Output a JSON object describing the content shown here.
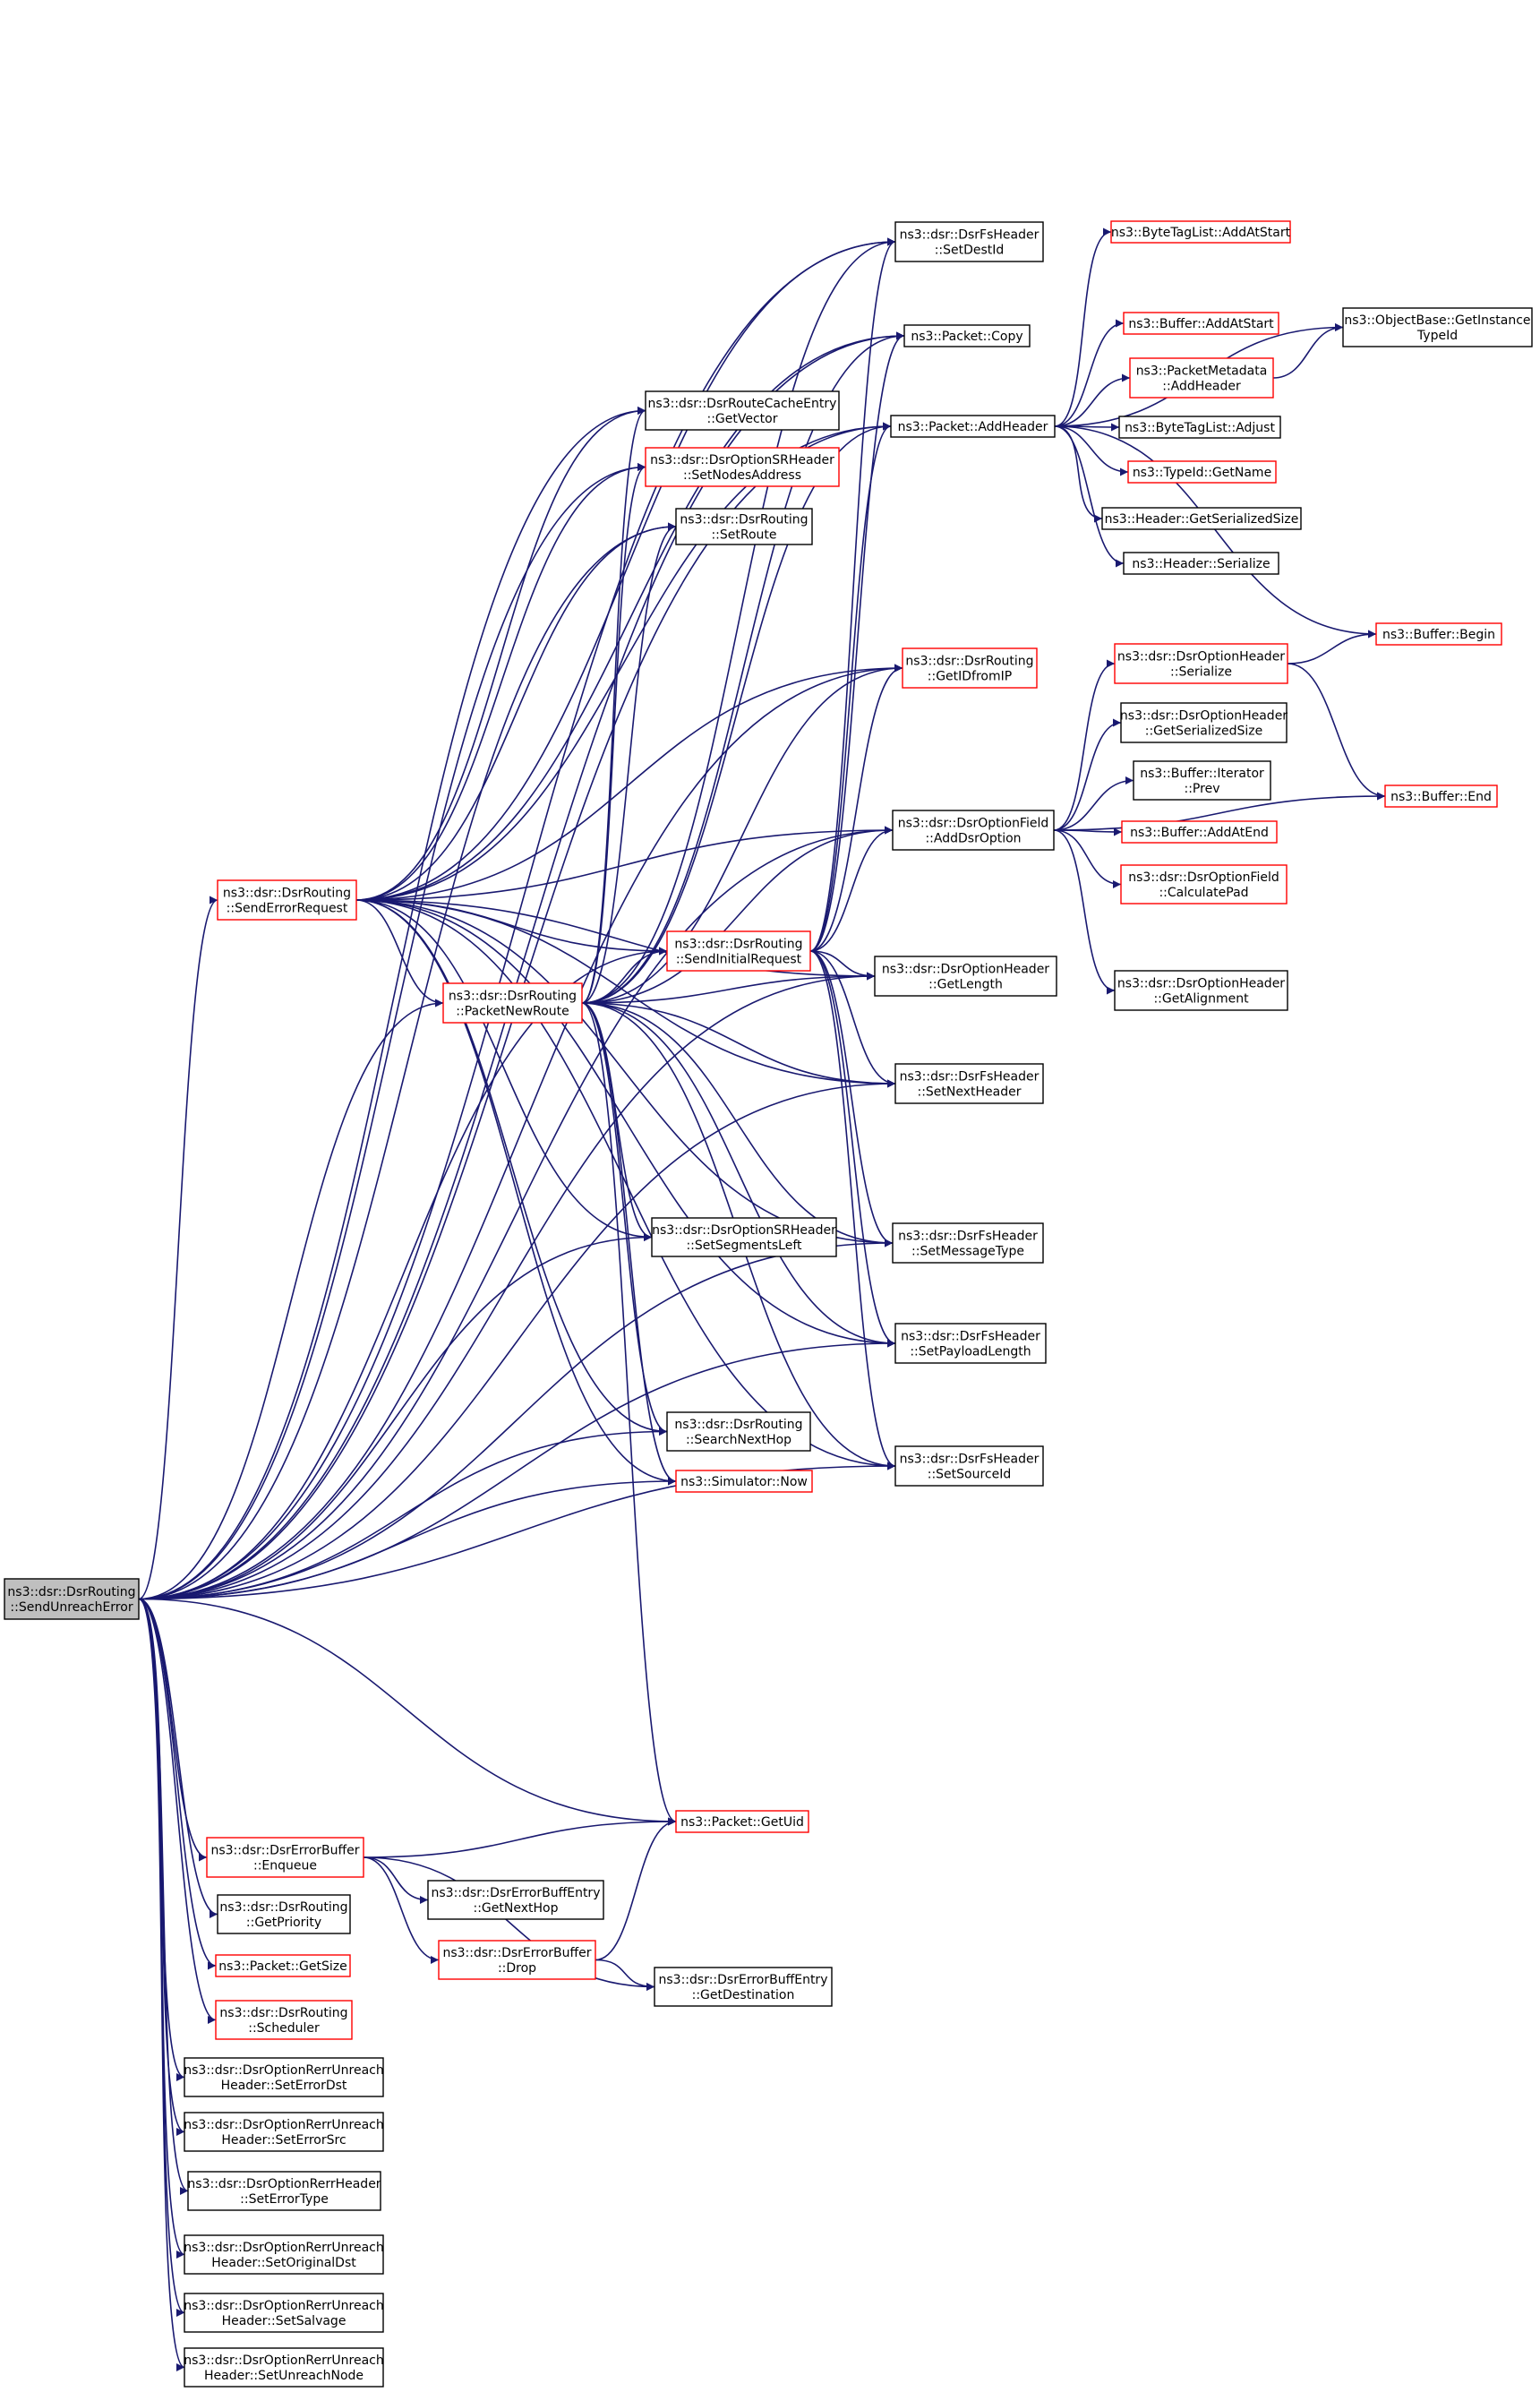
{
  "diagram": {
    "nodes": [
      {
        "id": "root",
        "lines": [
          "ns3::dsr::DsrRouting",
          "::SendUnreachError"
        ],
        "variant": "root"
      },
      {
        "id": "send_error_request",
        "lines": [
          "ns3::dsr::DsrRouting",
          "::SendErrorRequest"
        ],
        "variant": "red"
      },
      {
        "id": "packet_new_route",
        "lines": [
          "ns3::dsr::DsrRouting",
          "::PacketNewRoute"
        ],
        "variant": "red"
      },
      {
        "id": "send_initial_request",
        "lines": [
          "ns3::dsr::DsrRouting",
          "::SendInitialRequest"
        ],
        "variant": "red"
      },
      {
        "id": "route_cache_get_vector",
        "lines": [
          "ns3::dsr::DsrRouteCacheEntry",
          "::GetVector"
        ],
        "variant": "black"
      },
      {
        "id": "sr_set_nodes_address",
        "lines": [
          "ns3::dsr::DsrOptionSRHeader",
          "::SetNodesAddress"
        ],
        "variant": "red"
      },
      {
        "id": "set_route",
        "lines": [
          "ns3::dsr::DsrRouting",
          "::SetRoute"
        ],
        "variant": "black"
      },
      {
        "id": "sr_set_segments_left",
        "lines": [
          "ns3::dsr::DsrOptionSRHeader",
          "::SetSegmentsLeft"
        ],
        "variant": "black"
      },
      {
        "id": "search_next_hop",
        "lines": [
          "ns3::dsr::DsrRouting",
          "::SearchNextHop"
        ],
        "variant": "black"
      },
      {
        "id": "simulator_now",
        "lines": [
          "ns3::Simulator::Now"
        ],
        "variant": "red"
      },
      {
        "id": "packet_get_uid",
        "lines": [
          "ns3::Packet::GetUid"
        ],
        "variant": "red"
      },
      {
        "id": "fs_set_dest_id",
        "lines": [
          "ns3::dsr::DsrFsHeader",
          "::SetDestId"
        ],
        "variant": "black"
      },
      {
        "id": "packet_copy",
        "lines": [
          "ns3::Packet::Copy"
        ],
        "variant": "black"
      },
      {
        "id": "packet_add_header",
        "lines": [
          "ns3::Packet::AddHeader"
        ],
        "variant": "black"
      },
      {
        "id": "get_id_from_ip",
        "lines": [
          "ns3::dsr::DsrRouting",
          "::GetIDfromIP"
        ],
        "variant": "red"
      },
      {
        "id": "add_dsr_option",
        "lines": [
          "ns3::dsr::DsrOptionField",
          "::AddDsrOption"
        ],
        "variant": "black"
      },
      {
        "id": "option_header_get_length",
        "lines": [
          "ns3::dsr::DsrOptionHeader",
          "::GetLength"
        ],
        "variant": "black"
      },
      {
        "id": "fs_set_next_header",
        "lines": [
          "ns3::dsr::DsrFsHeader",
          "::SetNextHeader"
        ],
        "variant": "black"
      },
      {
        "id": "fs_set_message_type",
        "lines": [
          "ns3::dsr::DsrFsHeader",
          "::SetMessageType"
        ],
        "variant": "black"
      },
      {
        "id": "fs_set_payload_length",
        "lines": [
          "ns3::dsr::DsrFsHeader",
          "::SetPayloadLength"
        ],
        "variant": "black"
      },
      {
        "id": "fs_set_source_id",
        "lines": [
          "ns3::dsr::DsrFsHeader",
          "::SetSourceId"
        ],
        "variant": "black"
      },
      {
        "id": "byte_tag_add_at_start",
        "lines": [
          "ns3::ByteTagList::AddAtStart"
        ],
        "variant": "red"
      },
      {
        "id": "buffer_add_at_start",
        "lines": [
          "ns3::Buffer::AddAtStart"
        ],
        "variant": "red"
      },
      {
        "id": "object_base_get_instance_type_id",
        "lines": [
          "ns3::ObjectBase::GetInstance",
          "TypeId"
        ],
        "variant": "black"
      },
      {
        "id": "packet_metadata_add_header",
        "lines": [
          "ns3::PacketMetadata",
          "::AddHeader"
        ],
        "variant": "red"
      },
      {
        "id": "byte_tag_adjust",
        "lines": [
          "ns3::ByteTagList::Adjust"
        ],
        "variant": "black"
      },
      {
        "id": "type_id_get_name",
        "lines": [
          "ns3::TypeId::GetName"
        ],
        "variant": "red"
      },
      {
        "id": "header_get_serialized_size",
        "lines": [
          "ns3::Header::GetSerializedSize"
        ],
        "variant": "black"
      },
      {
        "id": "header_serialize",
        "lines": [
          "ns3::Header::Serialize"
        ],
        "variant": "black"
      },
      {
        "id": "buffer_begin",
        "lines": [
          "ns3::Buffer::Begin"
        ],
        "variant": "red"
      },
      {
        "id": "option_header_serialize",
        "lines": [
          "ns3::dsr::DsrOptionHeader",
          "::Serialize"
        ],
        "variant": "red"
      },
      {
        "id": "option_header_get_serialized_size",
        "lines": [
          "ns3::dsr::DsrOptionHeader",
          "::GetSerializedSize"
        ],
        "variant": "black"
      },
      {
        "id": "buffer_iterator_prev",
        "lines": [
          "ns3::Buffer::Iterator",
          "::Prev"
        ],
        "variant": "black"
      },
      {
        "id": "buffer_end",
        "lines": [
          "ns3::Buffer::End"
        ],
        "variant": "red"
      },
      {
        "id": "buffer_add_at_end",
        "lines": [
          "ns3::Buffer::AddAtEnd"
        ],
        "variant": "red"
      },
      {
        "id": "option_field_calculate_pad",
        "lines": [
          "ns3::dsr::DsrOptionField",
          "::CalculatePad"
        ],
        "variant": "red"
      },
      {
        "id": "option_header_get_alignment",
        "lines": [
          "ns3::dsr::DsrOptionHeader",
          "::GetAlignment"
        ],
        "variant": "black"
      },
      {
        "id": "error_buffer_enqueue",
        "lines": [
          "ns3::dsr::DsrErrorBuffer",
          "::Enqueue"
        ],
        "variant": "red"
      },
      {
        "id": "error_buff_entry_get_next_hop",
        "lines": [
          "ns3::dsr::DsrErrorBuffEntry",
          "::GetNextHop"
        ],
        "variant": "black"
      },
      {
        "id": "error_buffer_drop",
        "lines": [
          "ns3::dsr::DsrErrorBuffer",
          "::Drop"
        ],
        "variant": "red"
      },
      {
        "id": "error_buff_entry_get_destination",
        "lines": [
          "ns3::dsr::DsrErrorBuffEntry",
          "::GetDestination"
        ],
        "variant": "black"
      },
      {
        "id": "get_priority",
        "lines": [
          "ns3::dsr::DsrRouting",
          "::GetPriority"
        ],
        "variant": "black"
      },
      {
        "id": "packet_get_size",
        "lines": [
          "ns3::Packet::GetSize"
        ],
        "variant": "red"
      },
      {
        "id": "scheduler",
        "lines": [
          "ns3::dsr::DsrRouting",
          "::Scheduler"
        ],
        "variant": "red"
      },
      {
        "id": "rerr_set_error_dst",
        "lines": [
          "ns3::dsr::DsrOptionRerrUnreach",
          "Header::SetErrorDst"
        ],
        "variant": "black"
      },
      {
        "id": "rerr_set_error_src",
        "lines": [
          "ns3::dsr::DsrOptionRerrUnreach",
          "Header::SetErrorSrc"
        ],
        "variant": "black"
      },
      {
        "id": "rerr_set_error_type",
        "lines": [
          "ns3::dsr::DsrOptionRerrHeader",
          "::SetErrorType"
        ],
        "variant": "black"
      },
      {
        "id": "rerr_set_original_dst",
        "lines": [
          "ns3::dsr::DsrOptionRerrUnreach",
          "Header::SetOriginalDst"
        ],
        "variant": "black"
      },
      {
        "id": "rerr_set_salvage",
        "lines": [
          "ns3::dsr::DsrOptionRerrUnreach",
          "Header::SetSalvage"
        ],
        "variant": "black"
      },
      {
        "id": "rerr_set_unreach_node",
        "lines": [
          "ns3::dsr::DsrOptionRerrUnreach",
          "Header::SetUnreachNode"
        ],
        "variant": "black"
      }
    ],
    "edges": [
      [
        "root",
        "send_error_request"
      ],
      [
        "root",
        "packet_new_route"
      ],
      [
        "root",
        "send_initial_request"
      ],
      [
        "root",
        "fs_set_dest_id"
      ],
      [
        "root",
        "packet_copy"
      ],
      [
        "root",
        "packet_add_header"
      ],
      [
        "root",
        "route_cache_get_vector"
      ],
      [
        "root",
        "sr_set_nodes_address"
      ],
      [
        "root",
        "set_route"
      ],
      [
        "root",
        "get_id_from_ip"
      ],
      [
        "root",
        "add_dsr_option"
      ],
      [
        "root",
        "option_header_get_length"
      ],
      [
        "root",
        "fs_set_next_header"
      ],
      [
        "root",
        "sr_set_segments_left"
      ],
      [
        "root",
        "fs_set_message_type"
      ],
      [
        "root",
        "fs_set_payload_length"
      ],
      [
        "root",
        "search_next_hop"
      ],
      [
        "root",
        "simulator_now"
      ],
      [
        "root",
        "fs_set_source_id"
      ],
      [
        "root",
        "packet_get_uid"
      ],
      [
        "root",
        "error_buffer_enqueue"
      ],
      [
        "root",
        "get_priority"
      ],
      [
        "root",
        "packet_get_size"
      ],
      [
        "root",
        "scheduler"
      ],
      [
        "root",
        "rerr_set_error_dst"
      ],
      [
        "root",
        "rerr_set_error_src"
      ],
      [
        "root",
        "rerr_set_error_type"
      ],
      [
        "root",
        "rerr_set_original_dst"
      ],
      [
        "root",
        "rerr_set_salvage"
      ],
      [
        "root",
        "rerr_set_unreach_node"
      ],
      [
        "send_error_request",
        "fs_set_dest_id"
      ],
      [
        "send_error_request",
        "packet_copy"
      ],
      [
        "send_error_request",
        "packet_add_header"
      ],
      [
        "send_error_request",
        "route_cache_get_vector"
      ],
      [
        "send_error_request",
        "sr_set_nodes_address"
      ],
      [
        "send_error_request",
        "set_route"
      ],
      [
        "send_error_request",
        "get_id_from_ip"
      ],
      [
        "send_error_request",
        "add_dsr_option"
      ],
      [
        "send_error_request",
        "packet_new_route"
      ],
      [
        "send_error_request",
        "send_initial_request"
      ],
      [
        "send_error_request",
        "option_header_get_length"
      ],
      [
        "send_error_request",
        "fs_set_next_header"
      ],
      [
        "send_error_request",
        "sr_set_segments_left"
      ],
      [
        "send_error_request",
        "fs_set_message_type"
      ],
      [
        "send_error_request",
        "fs_set_payload_length"
      ],
      [
        "send_error_request",
        "search_next_hop"
      ],
      [
        "send_error_request",
        "simulator_now"
      ],
      [
        "send_error_request",
        "fs_set_source_id"
      ],
      [
        "packet_new_route",
        "fs_set_dest_id"
      ],
      [
        "packet_new_route",
        "packet_copy"
      ],
      [
        "packet_new_route",
        "packet_add_header"
      ],
      [
        "packet_new_route",
        "route_cache_get_vector"
      ],
      [
        "packet_new_route",
        "sr_set_nodes_address"
      ],
      [
        "packet_new_route",
        "set_route"
      ],
      [
        "packet_new_route",
        "get_id_from_ip"
      ],
      [
        "packet_new_route",
        "add_dsr_option"
      ],
      [
        "packet_new_route",
        "send_initial_request"
      ],
      [
        "packet_new_route",
        "option_header_get_length"
      ],
      [
        "packet_new_route",
        "fs_set_next_header"
      ],
      [
        "packet_new_route",
        "sr_set_segments_left"
      ],
      [
        "packet_new_route",
        "fs_set_message_type"
      ],
      [
        "packet_new_route",
        "fs_set_payload_length"
      ],
      [
        "packet_new_route",
        "search_next_hop"
      ],
      [
        "packet_new_route",
        "simulator_now"
      ],
      [
        "packet_new_route",
        "fs_set_source_id"
      ],
      [
        "packet_new_route",
        "packet_get_uid"
      ],
      [
        "send_initial_request",
        "fs_set_dest_id"
      ],
      [
        "send_initial_request",
        "packet_copy"
      ],
      [
        "send_initial_request",
        "packet_add_header"
      ],
      [
        "send_initial_request",
        "get_id_from_ip"
      ],
      [
        "send_initial_request",
        "add_dsr_option"
      ],
      [
        "send_initial_request",
        "option_header_get_length"
      ],
      [
        "send_initial_request",
        "fs_set_next_header"
      ],
      [
        "send_initial_request",
        "fs_set_message_type"
      ],
      [
        "send_initial_request",
        "fs_set_payload_length"
      ],
      [
        "send_initial_request",
        "fs_set_source_id"
      ],
      [
        "packet_add_header",
        "byte_tag_add_at_start"
      ],
      [
        "packet_add_header",
        "object_base_get_instance_type_id"
      ],
      [
        "packet_add_header",
        "buffer_add_at_start"
      ],
      [
        "packet_add_header",
        "packet_metadata_add_header"
      ],
      [
        "packet_add_header",
        "byte_tag_adjust"
      ],
      [
        "packet_add_header",
        "type_id_get_name"
      ],
      [
        "packet_add_header",
        "header_get_serialized_size"
      ],
      [
        "packet_add_header",
        "header_serialize"
      ],
      [
        "packet_add_header",
        "buffer_begin"
      ],
      [
        "packet_metadata_add_header",
        "object_base_get_instance_type_id"
      ],
      [
        "add_dsr_option",
        "option_header_serialize"
      ],
      [
        "add_dsr_option",
        "option_header_get_serialized_size"
      ],
      [
        "add_dsr_option",
        "buffer_iterator_prev"
      ],
      [
        "add_dsr_option",
        "buffer_add_at_end"
      ],
      [
        "add_dsr_option",
        "option_field_calculate_pad"
      ],
      [
        "add_dsr_option",
        "option_header_get_alignment"
      ],
      [
        "add_dsr_option",
        "buffer_end"
      ],
      [
        "option_header_serialize",
        "buffer_begin"
      ],
      [
        "option_header_serialize",
        "buffer_end"
      ],
      [
        "error_buffer_enqueue",
        "packet_get_uid"
      ],
      [
        "error_buffer_enqueue",
        "error_buff_entry_get_next_hop"
      ],
      [
        "error_buffer_enqueue",
        "error_buffer_drop"
      ],
      [
        "error_buffer_enqueue",
        "error_buff_entry_get_destination"
      ],
      [
        "error_buffer_drop",
        "packet_get_uid"
      ],
      [
        "error_buffer_drop",
        "error_buff_entry_get_destination"
      ]
    ]
  }
}
